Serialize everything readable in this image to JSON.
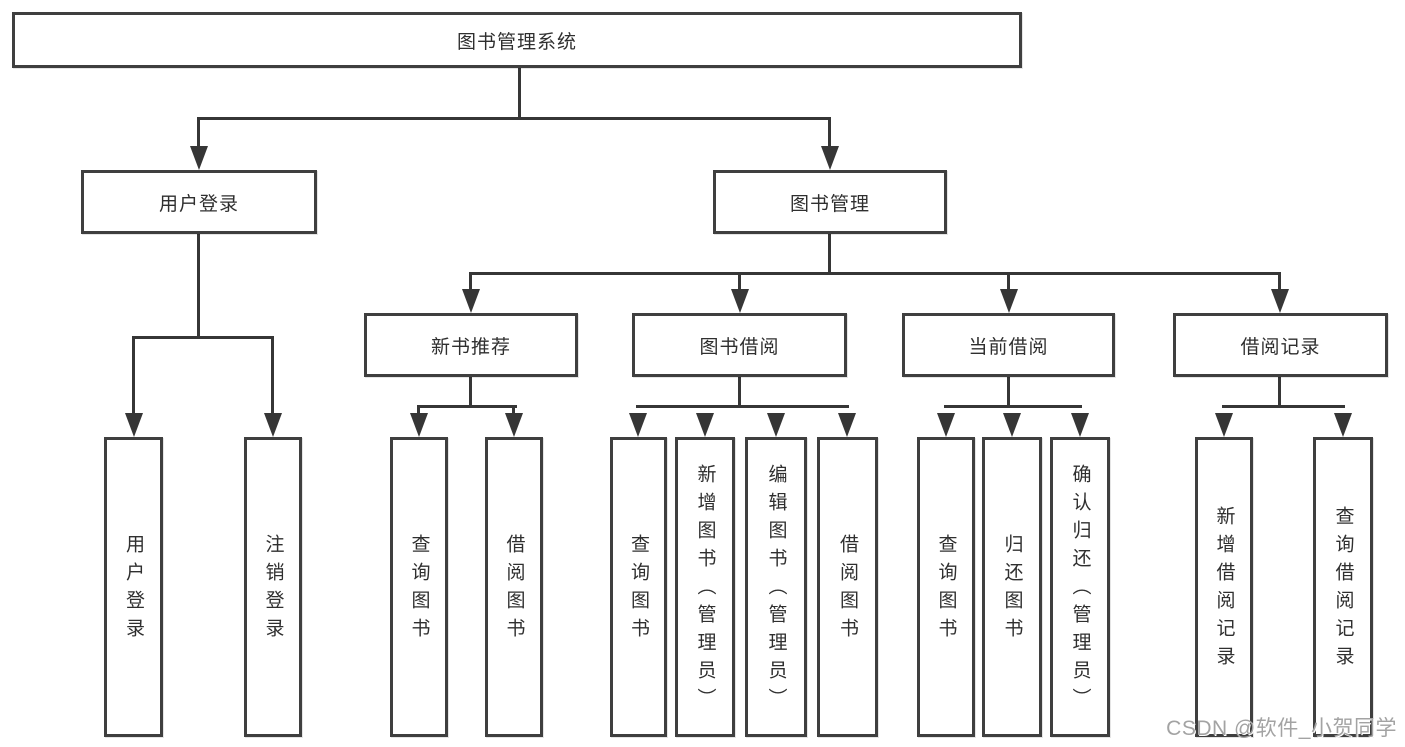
{
  "diagram": {
    "title": "图书管理系统",
    "root": {
      "label": "图书管理系统"
    },
    "level2": [
      {
        "label": "用户登录"
      },
      {
        "label": "图书管理"
      }
    ],
    "level3": [
      {
        "label": "新书推荐"
      },
      {
        "label": "图书借阅"
      },
      {
        "label": "当前借阅"
      },
      {
        "label": "借阅记录"
      }
    ],
    "leaves": {
      "user": [
        {
          "label": "用户登录"
        },
        {
          "label": "注销登录"
        }
      ],
      "recommend": [
        {
          "label": "查询图书"
        },
        {
          "label": "借阅图书"
        }
      ],
      "borrow": [
        {
          "label": "查询图书"
        },
        {
          "label": "新增图书（管理员）"
        },
        {
          "label": "编辑图书（管理员）"
        },
        {
          "label": "借阅图书"
        }
      ],
      "current": [
        {
          "label": "查询图书"
        },
        {
          "label": "归还图书"
        },
        {
          "label": "确认归还（管理员）"
        }
      ],
      "records": [
        {
          "label": "新增借阅记录"
        },
        {
          "label": "查询借阅记录"
        }
      ]
    },
    "colors": {
      "line": "#363636",
      "border": "#3f3f3f",
      "text": "#2f2f2f",
      "background": "#ffffff",
      "watermark": "#a3a3a3"
    },
    "watermark": "CSDN @软件_小贺同学"
  }
}
